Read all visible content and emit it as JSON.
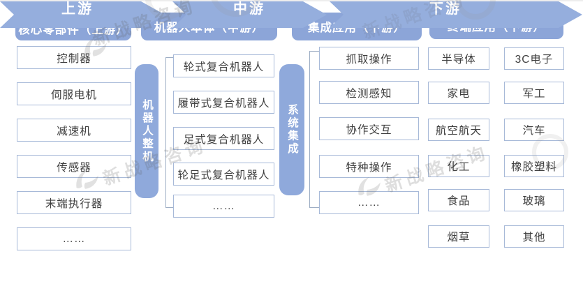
{
  "diagram": {
    "type": "industry-chain",
    "sections": [
      {
        "header": "核心零部件（上游）",
        "items": [
          "控制器",
          "伺服电机",
          "减速机",
          "传感器",
          "末端执行器",
          "……"
        ]
      },
      {
        "header": "机器人本体（中游）",
        "side_label": "机器人整机",
        "items": [
          "轮式复合机器人",
          "履带式复合机器人",
          "足式复合机器人",
          "轮足式复合机器人",
          "……"
        ]
      },
      {
        "header": "集成应用（下游）",
        "side_label": "系统集成",
        "items": [
          "抓取操作",
          "检测感知",
          "协作交互",
          "特种操作",
          "……"
        ]
      },
      {
        "header": "终端应用（下游）",
        "items_left": [
          "半导体",
          "家电",
          "航空航天",
          "化工",
          "食品",
          "烟草"
        ],
        "items_right": [
          "3C电子",
          "军工",
          "汽车",
          "橡胶塑料",
          "玻璃",
          "其他"
        ]
      }
    ],
    "flow_stages": [
      "上游",
      "中游",
      "下游"
    ],
    "watermark": {
      "text": "新战略咨询",
      "logo": "swoosh-logo"
    },
    "colors": {
      "header_blue": "#8CA5D8",
      "pill_blue": "#8FA9DB",
      "arrow_blue": "#95AEDD",
      "box_border": "#A7B9D8",
      "text_dark": "#3E3E3E"
    }
  }
}
